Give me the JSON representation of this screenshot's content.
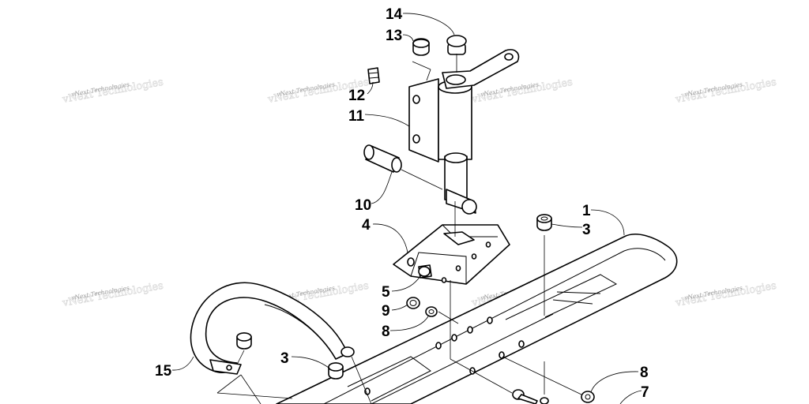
{
  "watermark": {
    "text": "vNext Technologies"
  },
  "callouts": [
    {
      "id": "c14",
      "label": "14"
    },
    {
      "id": "c13",
      "label": "13"
    },
    {
      "id": "c12",
      "label": "12"
    },
    {
      "id": "c11",
      "label": "11"
    },
    {
      "id": "c10",
      "label": "10"
    },
    {
      "id": "c4",
      "label": "4"
    },
    {
      "id": "c1",
      "label": "1"
    },
    {
      "id": "c3a",
      "label": "3"
    },
    {
      "id": "c5",
      "label": "5"
    },
    {
      "id": "c9",
      "label": "9"
    },
    {
      "id": "c8a",
      "label": "8"
    },
    {
      "id": "c3b",
      "label": "3"
    },
    {
      "id": "c15",
      "label": "15"
    },
    {
      "id": "c8b",
      "label": "8"
    },
    {
      "id": "c7",
      "label": "7"
    }
  ]
}
